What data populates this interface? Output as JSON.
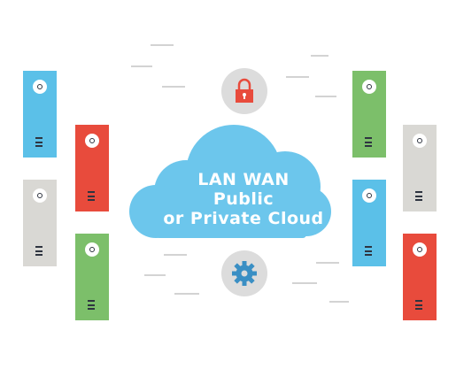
{
  "cloud": {
    "line1": "LAN WAN",
    "line2": "Public",
    "line3": "or Private Cloud"
  },
  "icons": {
    "top": "lock-icon",
    "bottom": "gear-icon"
  },
  "colors": {
    "blue": "#5bc0e8",
    "red": "#e84b3c",
    "green": "#7cbf6a",
    "gray": "#d9d8d4",
    "cloud": "#6cc6ec",
    "icon_circle": "#dcdcdc"
  },
  "servers_left": [
    "blue",
    "red",
    "gray",
    "green"
  ],
  "servers_right": [
    "green",
    "gray",
    "blue",
    "red"
  ]
}
